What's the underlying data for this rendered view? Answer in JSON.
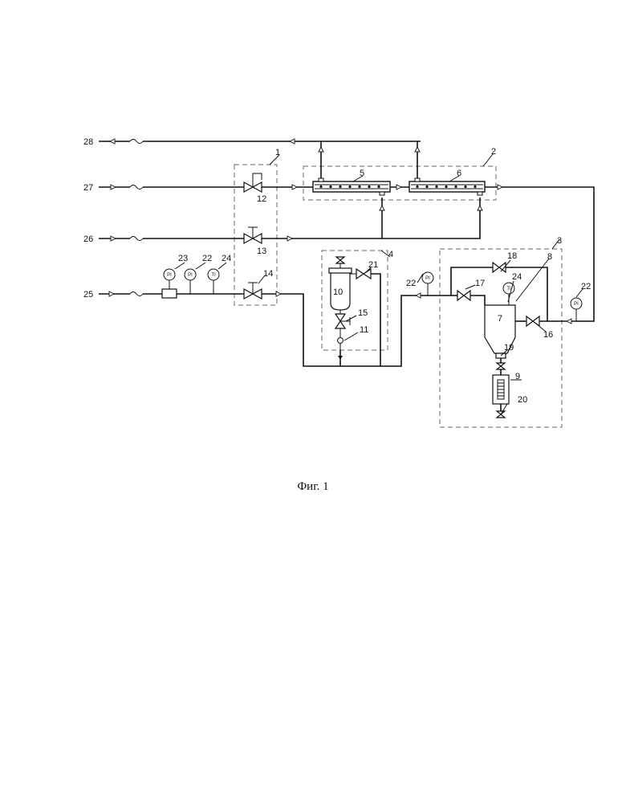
{
  "figure": {
    "caption": "Фиг. 1"
  },
  "lines": {
    "l25": "25",
    "l26": "26",
    "l27": "27",
    "l28": "28"
  },
  "blocks": {
    "b1": "1",
    "b2": "2",
    "b3": "3",
    "b4": "4"
  },
  "components": {
    "c5": "5",
    "c6": "6",
    "c7": "7",
    "c8": "8",
    "c9": "9",
    "c10": "10",
    "c11": "11"
  },
  "valves": {
    "v12": "12",
    "v13": "13",
    "v14": "14",
    "v15": "15",
    "v16": "16",
    "v17": "17",
    "v18": "18",
    "v19": "19",
    "v20": "20",
    "v21": "21"
  },
  "instruments": {
    "i22a": "22",
    "i22b": "22",
    "i22c": "22",
    "i23": "23",
    "i24a": "24",
    "i24b": "24",
    "pi": "PI",
    "ti": "TI"
  }
}
